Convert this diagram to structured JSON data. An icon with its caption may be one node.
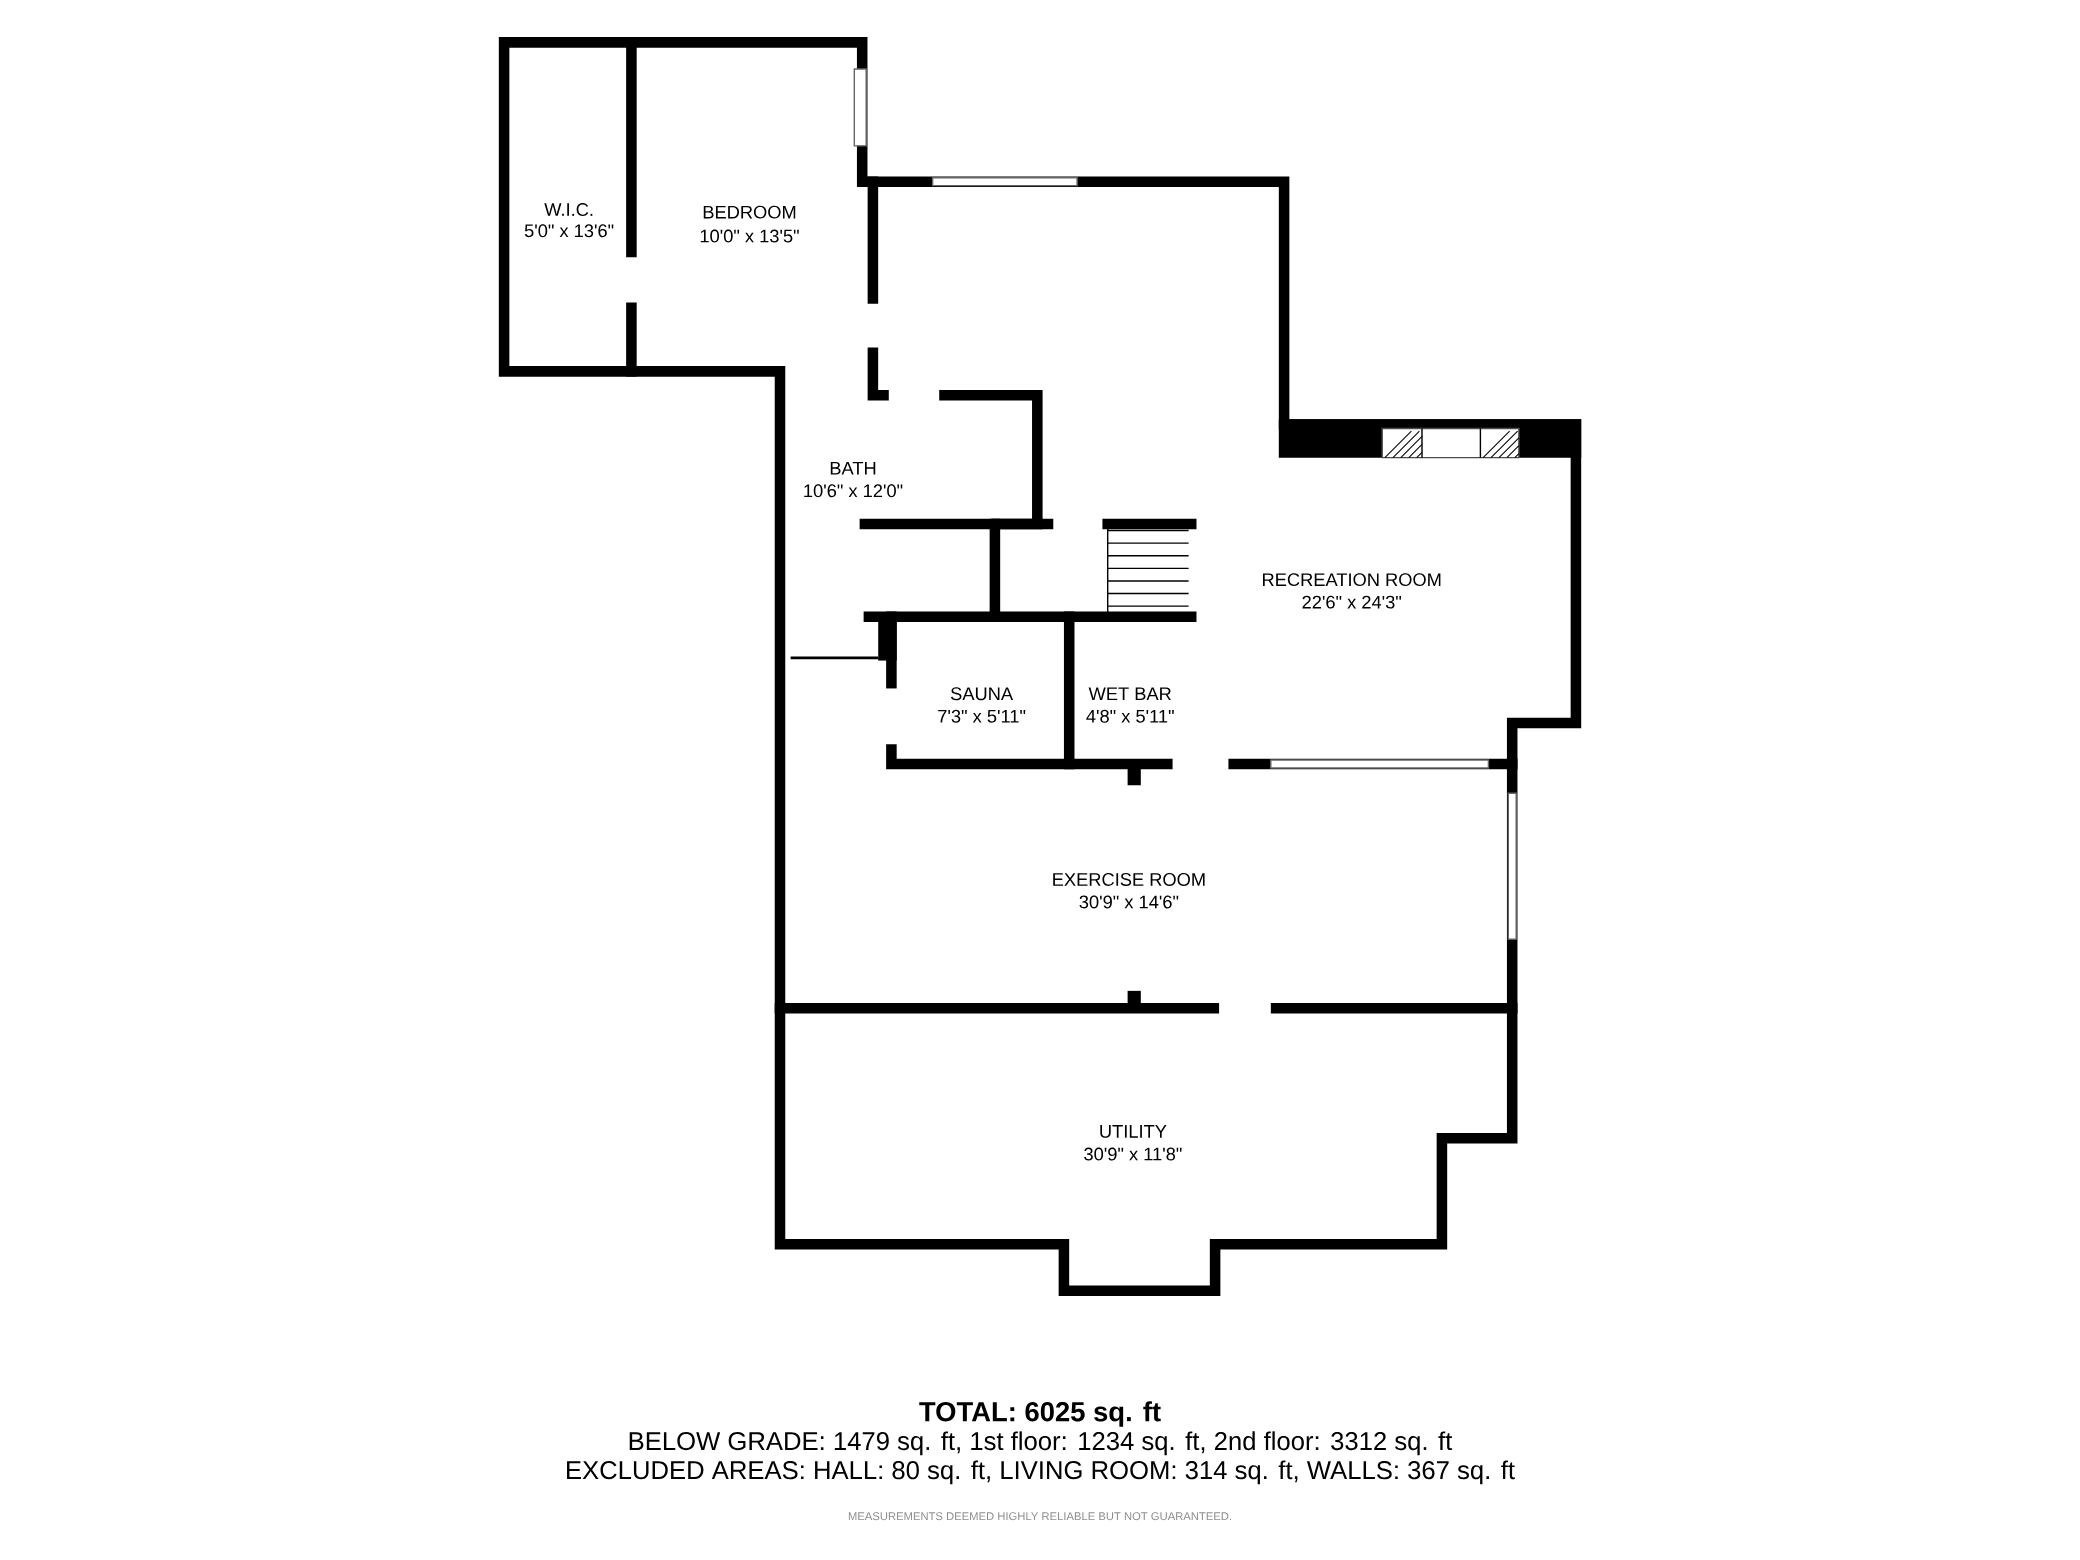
{
  "diagram": {
    "labels": [
      "W.I.C.",
      "5'0\" x 13'6\"",
      "BEDROOM",
      "10'0\" x 13'5\"",
      "BATH",
      "10'6\" x 12'0\"",
      "RECREATION ROOM",
      "22'6\" x 24'3\"",
      "SAUNA",
      "7'3\" x 5'11\"",
      "WET BAR",
      "4'8\" x 5'11\"",
      "EXERCISE ROOM",
      "30'9\" x 14'6\"",
      "UTILITY",
      "30'9\" x 11'8\"",
      "TOTAL: 6025 sq. ft",
      "BELOW GRADE: 1479 sq. ft, 1st floor: 1234 sq. ft, 2nd floor: 3312 sq. ft",
      "EXCLUDED AREAS: HALL: 80 sq. ft, LIVING ROOM: 314 sq. ft, WALLS: 367 sq. ft",
      "MEASUREMENTS DEEMED HIGHLY RELIABLE BUT NOT GUARANTEED."
    ]
  }
}
